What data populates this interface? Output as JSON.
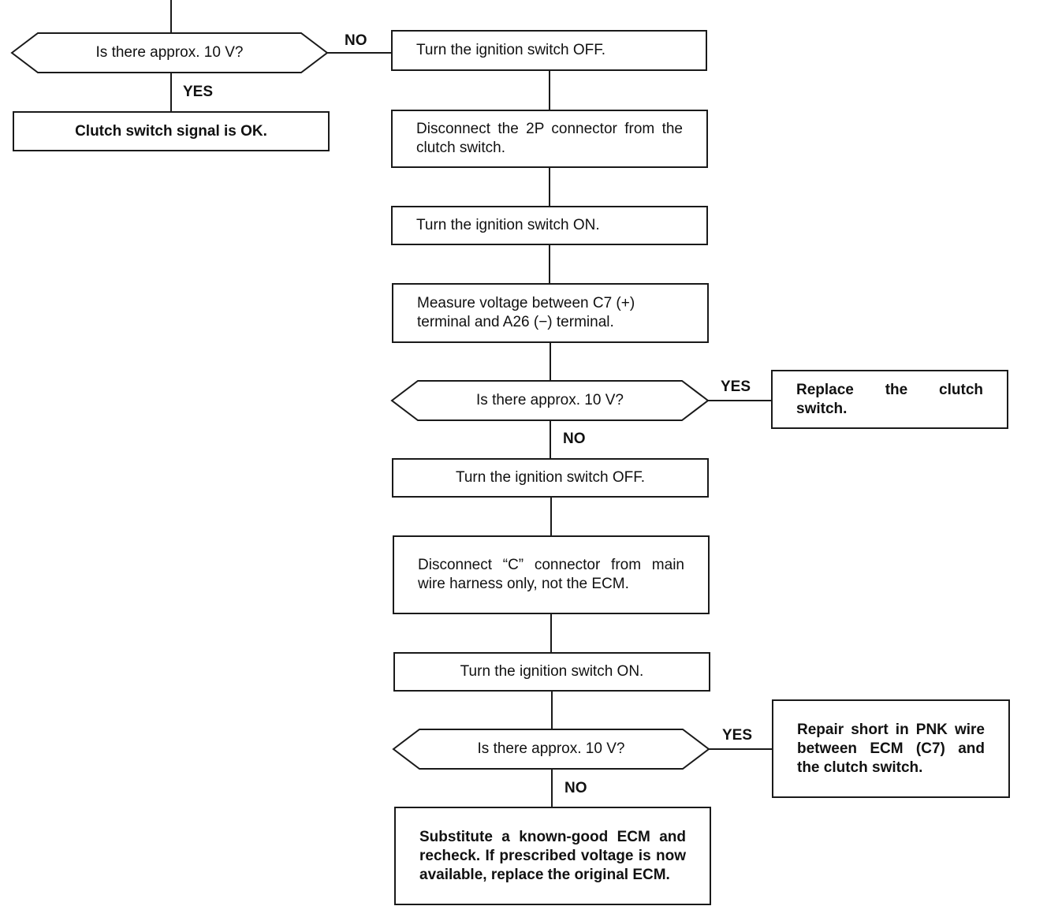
{
  "flowchart": {
    "labels": {
      "yes": "YES",
      "no": "NO"
    },
    "decisions": {
      "d1": "Is there approx. 10 V?",
      "d2": "Is there approx. 10 V?",
      "d3": "Is there approx. 10 V?"
    },
    "steps": {
      "clutch_ok": "Clutch switch signal is OK.",
      "ign_off_1": "Turn the ignition switch OFF.",
      "disconnect_2p": "Disconnect the 2P connector from the clutch switch.",
      "ign_on_1": "Turn the ignition switch ON.",
      "measure_voltage": "Measure voltage between C7 (+) terminal and A26 (−) terminal.",
      "replace_clutch_switch": "Replace the clutch switch.",
      "ign_off_2": "Turn the ignition switch OFF.",
      "disconnect_c": "Disconnect “C” connector from main wire harness only, not the ECM.",
      "ign_on_2": "Turn the ignition switch ON.",
      "repair_short": "Repair short in PNK wire between ECM (C7) and the clutch switch.",
      "substitute_ecm": "Substitute a known-good ECM and recheck. If prescribed voltage is now available, replace the original ECM."
    }
  }
}
